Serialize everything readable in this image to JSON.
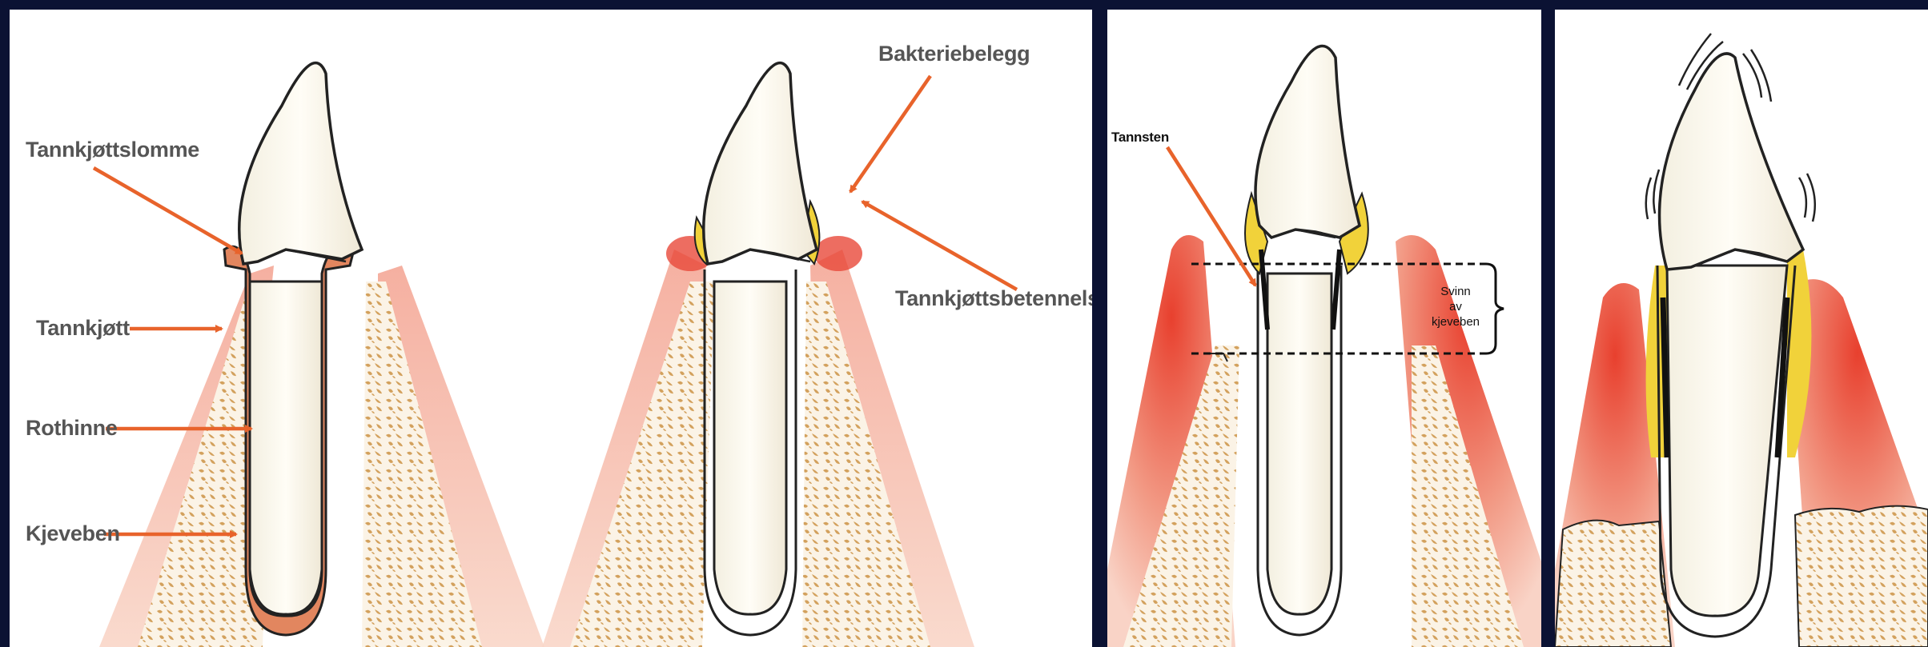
{
  "labels": {
    "pocket": "Tannkjøttslomme",
    "gum": "Tannkjøtt",
    "root_membrane": "Rothinne",
    "jawbone": "Kjeveben",
    "plaque": "Bakteriebelegg",
    "gingivitis": "Tannkjøttsbetennelse",
    "tartar": "Tannsten",
    "bone_loss": [
      "Svinn",
      "av",
      "kjeveben"
    ]
  },
  "colors": {
    "background": "#0b1233",
    "arrow": "#e8632b",
    "gum": "#f2b3a3",
    "inflamed_gum": "#e8483a",
    "plaque": "#f1d23a",
    "bone": "#d9a35c"
  },
  "stages": [
    "healthy",
    "gingivitis",
    "periodontitis",
    "advanced-periodontitis"
  ]
}
